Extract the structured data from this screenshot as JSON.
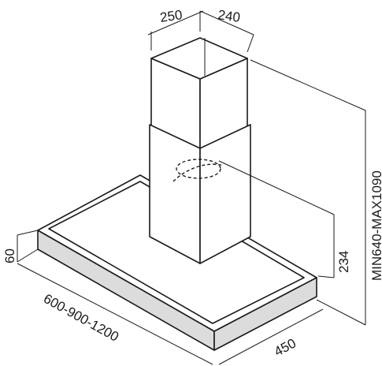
{
  "dimensions": {
    "chimney_depth": "250",
    "chimney_width": "240",
    "total_height": "MIN640-MAX1090",
    "chimney_lower_height": "234",
    "canopy_height": "60",
    "hood_width": "600-900-1200",
    "hood_depth": "450"
  },
  "colors": {
    "line": "#1a1a1a",
    "face": "#ffffff",
    "edge_fill": "#dcdcdc"
  }
}
